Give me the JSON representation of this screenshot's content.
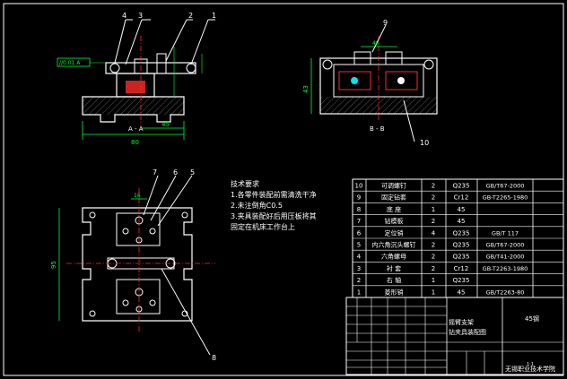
{
  "colors": {
    "background": "#000000",
    "line": "#ffffff",
    "dimension": "#00ff33",
    "red": "#ff2a2a",
    "cyan": "#00e5ff",
    "yellow": "#ffd400"
  },
  "front_view": {
    "balloons": [
      "4",
      "3",
      "2",
      "1"
    ],
    "section_label": "A - A",
    "dim_bottom": "80",
    "dim_mid": "45",
    "tolerance_frame": "//0.01 A"
  },
  "side_view": {
    "balloons": [
      "9",
      "10"
    ],
    "section_label": "B - B",
    "dim_left": "43",
    "dim_top": "40"
  },
  "plan_view": {
    "balloons": [
      "7",
      "6",
      "5",
      "8"
    ],
    "dim_left": "95",
    "dim_top": "16"
  },
  "notes": {
    "title": "技术要求",
    "items": [
      "1.各零件装配前需清洗干净",
      "2.未注倒角C0.5",
      "3.夹具装配好后用压板将其",
      "  固定在机床工作台上"
    ]
  },
  "bom": [
    {
      "no": "10",
      "name": "可调螺钉",
      "qty": "2",
      "mat": "Q235",
      "std": "GB/T67-2000"
    },
    {
      "no": "9",
      "name": "固定钻套",
      "qty": "2",
      "mat": "Cr12",
      "std": "GB-T2265-1980"
    },
    {
      "no": "8",
      "name": "底 座",
      "qty": "1",
      "mat": "45",
      "std": ""
    },
    {
      "no": "7",
      "name": "钻模板",
      "qty": "2",
      "mat": "45",
      "std": ""
    },
    {
      "no": "6",
      "name": "定位销",
      "qty": "4",
      "mat": "Q235",
      "std": "GB/T 117"
    },
    {
      "no": "5",
      "name": "内六角沉头螺钉",
      "qty": "2",
      "mat": "Q235",
      "std": "GB/T67-2000"
    },
    {
      "no": "4",
      "name": "六角螺母",
      "qty": "2",
      "mat": "Q235",
      "std": "GB/T41-2000"
    },
    {
      "no": "3",
      "name": "衬 套",
      "qty": "2",
      "mat": "Cr12",
      "std": "GB-T2263-1980"
    },
    {
      "no": "2",
      "name": "右 轴",
      "qty": "1",
      "mat": "Q235",
      "std": ""
    },
    {
      "no": "1",
      "name": "菱形销",
      "qty": "1",
      "mat": "45",
      "std": "GB/T2263-80"
    }
  ],
  "title_block": {
    "drawing_title": "摇臂支架",
    "drawing_subtitle": "钻夹具装配图",
    "material": "45钢",
    "scale": "1:1",
    "school": "无锡职业技术学院"
  }
}
